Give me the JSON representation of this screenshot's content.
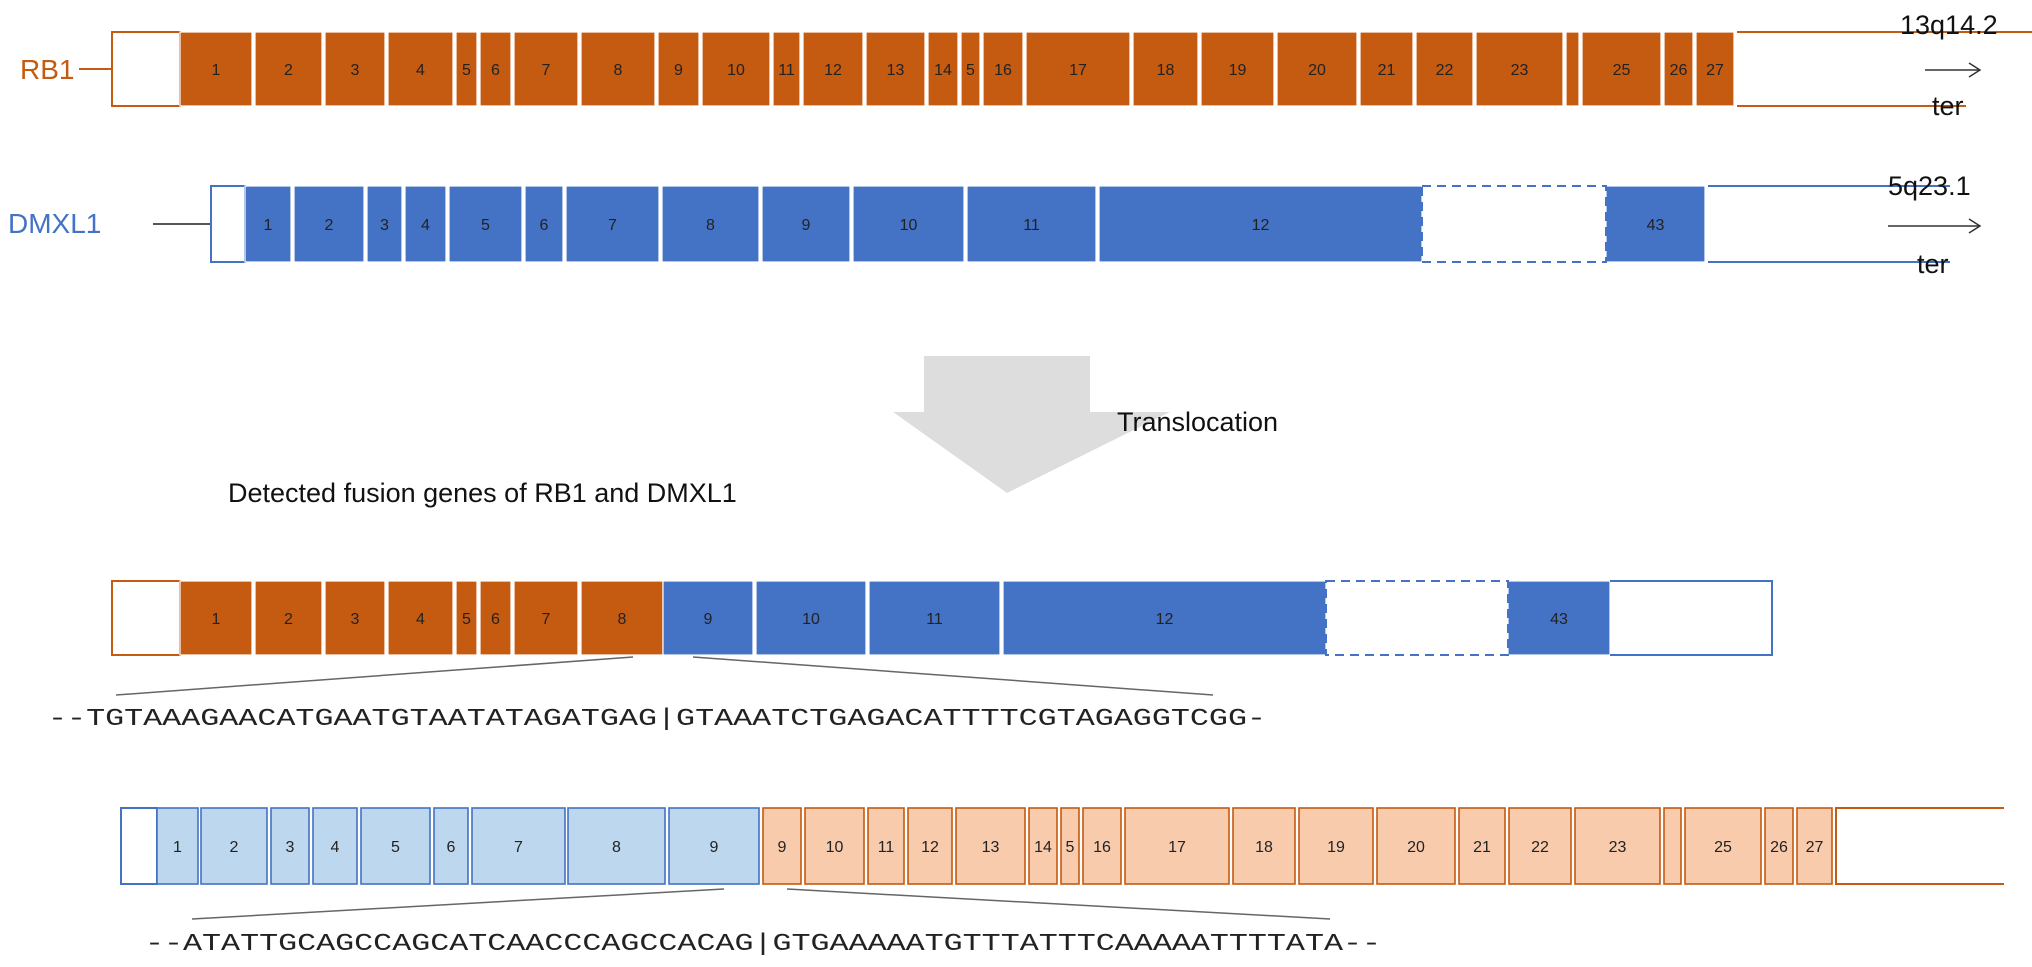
{
  "colors": {
    "rb1": "#c55a11",
    "rb1_light": "#f8cbad",
    "dmxl1": "#4472c4",
    "dmxl1_light": "#bdd7ee",
    "arrow_fill": "#dddddd",
    "line": "#555555",
    "text": "#111111"
  },
  "top": {
    "rb1": {
      "label": "RB1",
      "location": "13q14.2",
      "ter": "ter",
      "exons": [
        "1",
        "2",
        "3",
        "4",
        "5",
        "6",
        "7",
        "8",
        "9",
        "10",
        "11",
        "12",
        "13",
        "14",
        "5",
        "16",
        "17",
        "18",
        "19",
        "20",
        "21",
        "22",
        "23",
        "",
        "25",
        "26",
        "27"
      ]
    },
    "dmxl1": {
      "label": "DMXL1",
      "location": "5q23.1",
      "ter": "ter",
      "exons": [
        "1",
        "2",
        "3",
        "4",
        "5",
        "6",
        "7",
        "8",
        "9",
        "10",
        "11",
        "12",
        "43"
      ]
    }
  },
  "middle": {
    "arrow_label": "Translocation",
    "caption": "Detected fusion genes of RB1 and DMXL1"
  },
  "fusion1": {
    "rb1_exons": [
      "1",
      "2",
      "3",
      "4",
      "5",
      "6",
      "7",
      "8"
    ],
    "dmxl1_exons": [
      "9",
      "10",
      "11",
      "12",
      "43"
    ],
    "sequence": "--TGTAAAGAACATGAATGTAATATAGATGAG|GTAAATCTGAGACATTTTCGTAGAGGTCGG-"
  },
  "fusion2": {
    "dmxl1_exons": [
      "1",
      "2",
      "3",
      "4",
      "5",
      "6",
      "7",
      "8",
      "9"
    ],
    "rb1_exons": [
      "9",
      "10",
      "11",
      "12",
      "13",
      "14",
      "5",
      "16",
      "17",
      "18",
      "19",
      "20",
      "21",
      "22",
      "23",
      "",
      "25",
      "26",
      "27"
    ],
    "sequence": "--ATATTGCAGCCAGCATCAACCCAGCCACAG|GTGAAAAATGTTTATTTCAAAAATTTTATA--"
  }
}
